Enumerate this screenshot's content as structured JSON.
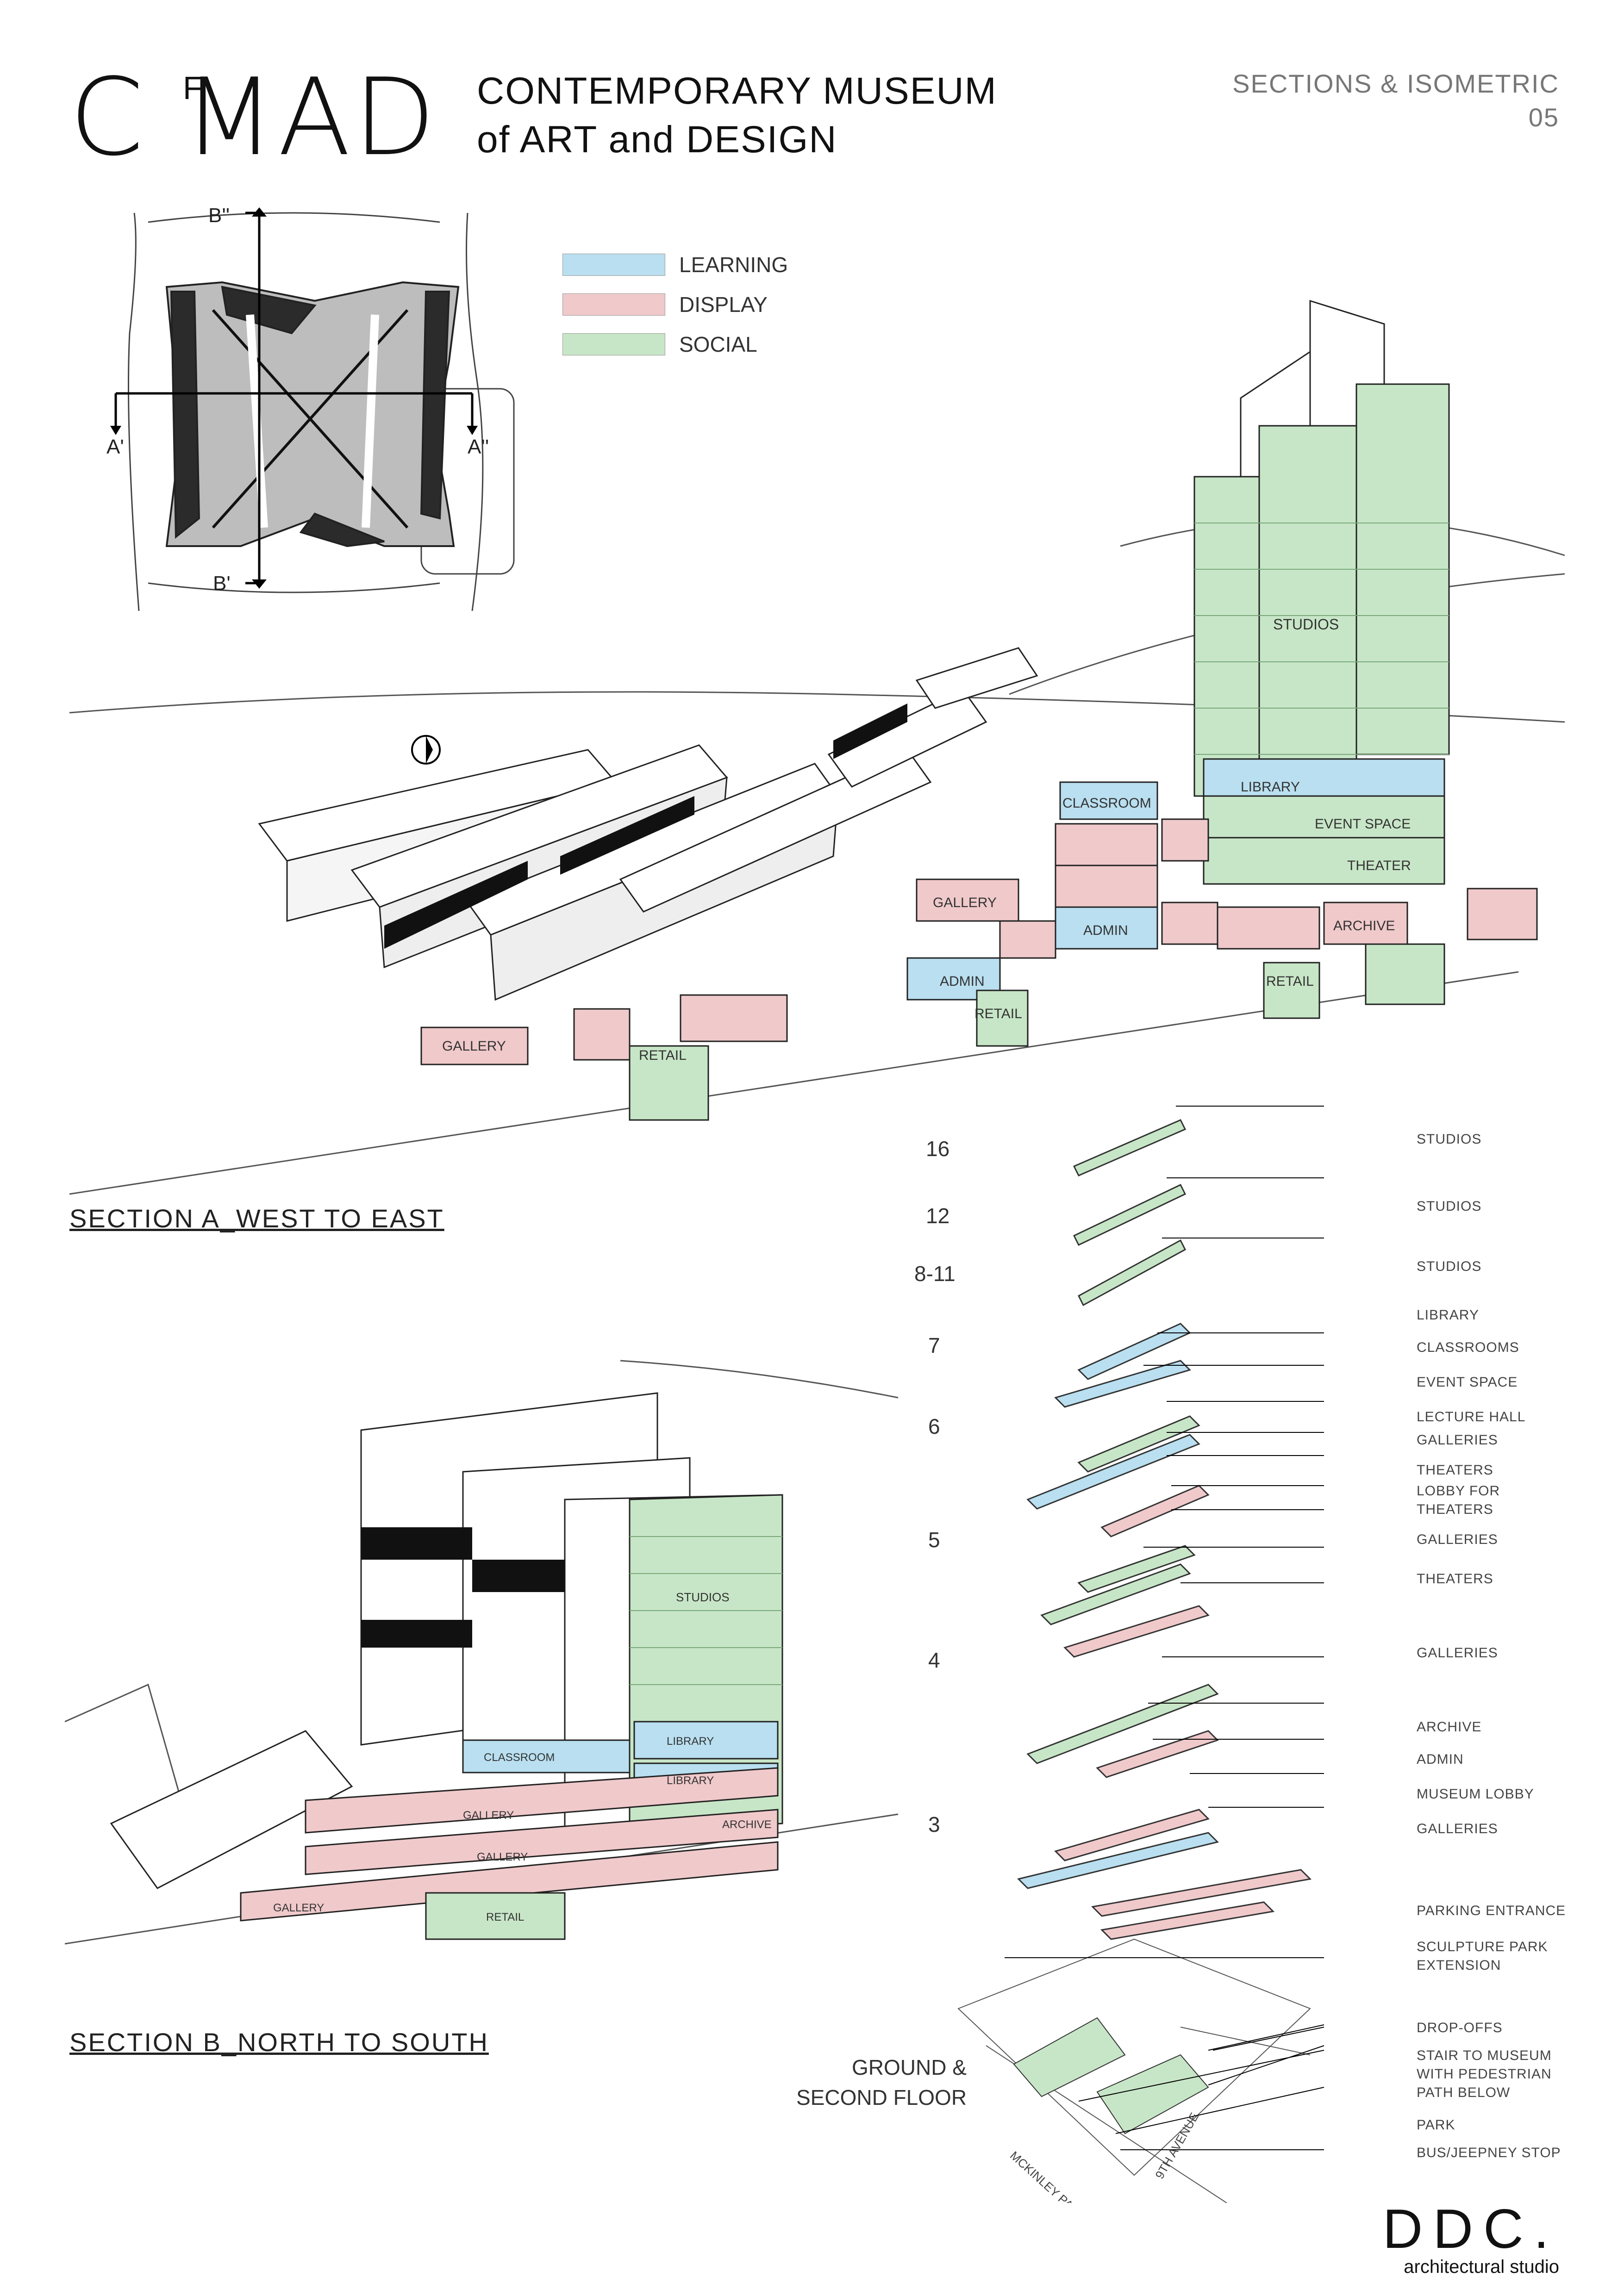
{
  "header": {
    "logo": "C MAD",
    "logo_sup": "F",
    "title_line1": "CONTEMPORARY MUSEUM",
    "title_line2": "of ART and DESIGN",
    "sheet_title": "SECTIONS & ISOMETRIC",
    "sheet_number": "05"
  },
  "legend": [
    {
      "label": "LEARNING",
      "color": "#b9dff0"
    },
    {
      "label": "DISPLAY",
      "color": "#f0c9cb"
    },
    {
      "label": "SOCIAL",
      "color": "#c7e6c7"
    }
  ],
  "keyplan": {
    "marks": [
      "B''",
      "A'",
      "A''",
      "B'"
    ]
  },
  "section_a": {
    "label": "SECTION A_WEST TO EAST",
    "tags": [
      "STUDIOS",
      "LIBRARY",
      "CLASSROOM",
      "EVENT SPACE",
      "THEATER",
      "GALLERY",
      "ARCHIVE",
      "ADMIN",
      "ADMIN",
      "RETAIL",
      "RETAIL",
      "GALLERY",
      "RETAIL"
    ]
  },
  "section_b": {
    "label": "SECTION B_NORTH TO SOUTH",
    "tags": [
      "STUDIOS",
      "CLASSROOM",
      "LIBRARY",
      "LIBRARY",
      "GALLERY",
      "GALLERY",
      "ARCHIVE",
      "GALLERY",
      "RETAIL"
    ]
  },
  "floors": [
    "16",
    "12",
    "8-11",
    "7",
    "6",
    "5",
    "4",
    "3",
    "GROUND &",
    "SECOND FLOOR"
  ],
  "callouts": [
    "STUDIOS",
    "STUDIOS",
    "STUDIOS",
    "LIBRARY",
    "CLASSROOMS",
    "EVENT SPACE",
    "LECTURE HALL",
    "GALLERIES",
    "THEATERS",
    "LOBBY FOR",
    "THEATERS",
    "GALLERIES",
    "THEATERS",
    "GALLERIES",
    "ARCHIVE",
    "ADMIN",
    "MUSEUM LOBBY",
    "GALLERIES",
    "PARKING ENTRANCE",
    "SCULPTURE PARK",
    "EXTENSION",
    "DROP-OFFS",
    "STAIR TO MUSEUM",
    "WITH PEDESTRIAN",
    "PATH BELOW",
    "PARK",
    "BUS/JEEPNEY STOP"
  ],
  "streets": [
    "MCKINLEY PARKWAY",
    "9TH AVENUE"
  ],
  "stamp": {
    "name": "DDC.",
    "sub": "architectural studio"
  }
}
